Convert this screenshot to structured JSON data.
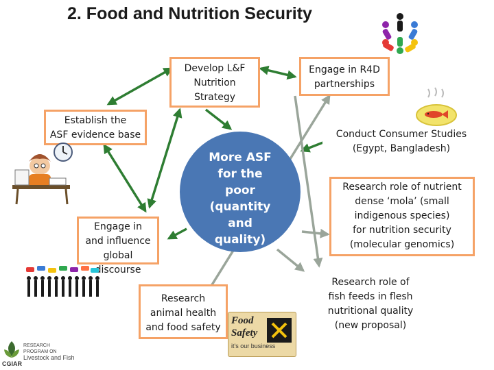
{
  "title": "2. Food and Nutrition Security",
  "center": {
    "lines": [
      "More ASF",
      "for the",
      "poor",
      "(quantity",
      "and",
      "quality)"
    ]
  },
  "nodes": {
    "strategy": {
      "lines": [
        "Develop L&F",
        "Nutrition",
        "Strategy"
      ]
    },
    "partnerships": {
      "lines": [
        "Engage in R4D",
        "partnerships"
      ]
    },
    "evidence": {
      "lines": [
        "Establish the",
        "ASF evidence base"
      ]
    },
    "discourse": {
      "lines": [
        "Engage in",
        "and influence",
        "global discourse"
      ]
    },
    "animal_health": {
      "lines": [
        "Research",
        "animal health",
        "and food safety"
      ]
    },
    "consumer": {
      "lines": [
        "Conduct Consumer Studies",
        "(Egypt, Bangladesh)"
      ]
    },
    "mola": {
      "lines": [
        "Research role of nutrient",
        "dense ‘mola’ (small",
        "indigenous species)",
        "for nutrition security",
        "(molecular genomics)"
      ]
    },
    "fish_feeds": {
      "lines": [
        "Research role of",
        "fish feeds in flesh",
        "nutritional quality",
        "(new proposal)"
      ]
    }
  },
  "logos": {
    "food_safety_lines": [
      "Food",
      "Safety"
    ],
    "food_safety_tagline": "it's our business",
    "cgiar_label": "CGIAR",
    "crp_lines": [
      "RESEARCH",
      "PROGRAM ON",
      "Livestock and Fish"
    ]
  },
  "colors": {
    "orange_border": "#f5a266",
    "arrow_green": "#2e7d32",
    "circle_blue": "#4a77b4",
    "gray_arrow": "#9aa59a"
  }
}
